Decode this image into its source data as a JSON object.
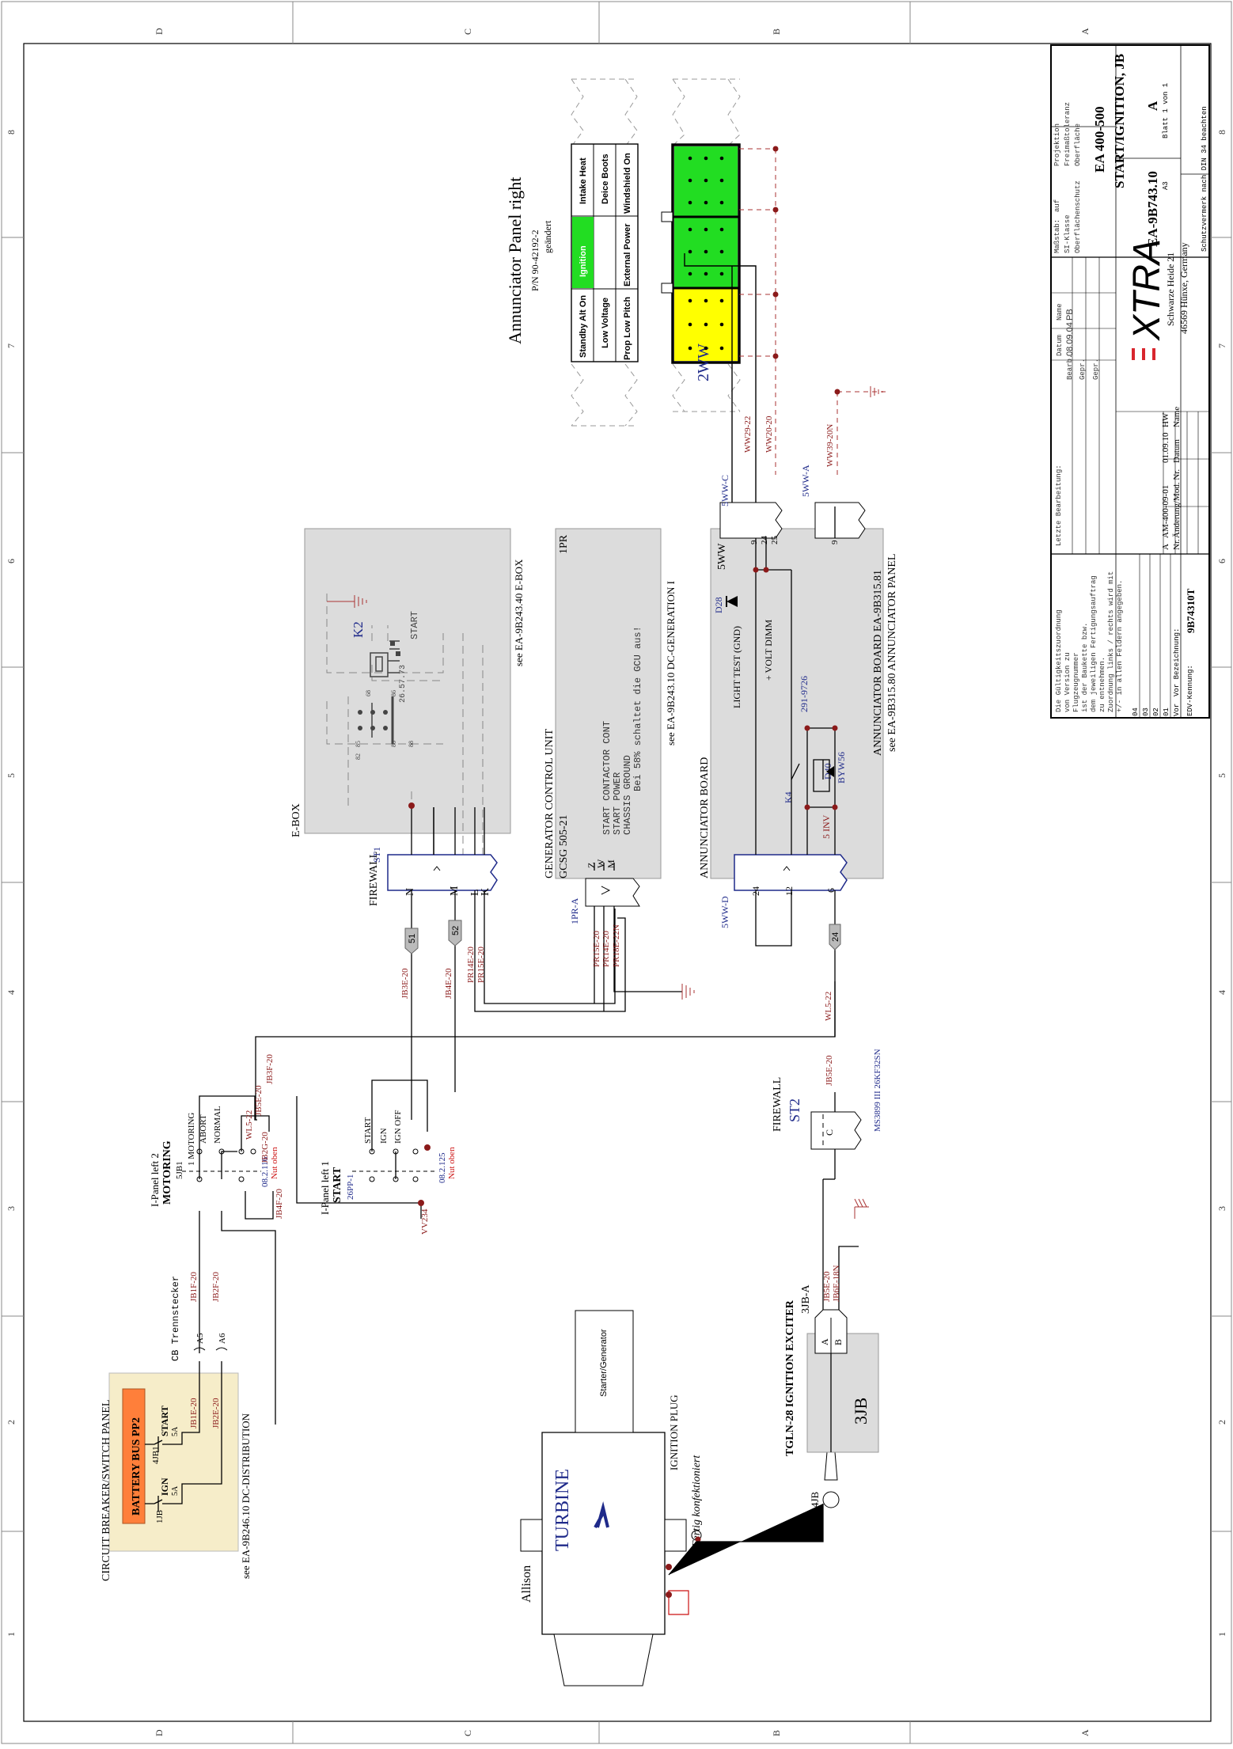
{
  "border": {
    "zone_letters": [
      "D",
      "C",
      "B",
      "A"
    ],
    "zone_numbers": [
      "1",
      "2",
      "3",
      "4",
      "5",
      "6",
      "7",
      "8"
    ]
  },
  "title_block": {
    "notice": [
      "Die Gültigkeitszuordnung",
      "von Version zu",
      "Flugzeugnummer",
      "ist der Baukette bzw.",
      "dem jeweiligen Fertigungsauftrag",
      "zu entnehmen.",
      "Zuordnung links / rechts wird mit",
      "+/- in allen Feldern angegeben."
    ],
    "last_edit_label": "Letzte Bearbeitung:",
    "rev_rows": [
      "04",
      "03",
      "02",
      "01",
      "Vor"
    ],
    "row_a": {
      "letter": "A",
      "change": "AM-400-09-01",
      "date": "01.09.10",
      "name": "HW"
    },
    "row_head": {
      "nr": "Nr.",
      "change": "Änderung/Mod. Nr.",
      "date": "Datum",
      "name": "Name"
    },
    "designation_label": "Vor Bezeichnung:",
    "drawing_code_label": "EDV-Kennung:",
    "drawing_code": "9B74310T",
    "head": {
      "date": "Datum",
      "name": "Name"
    },
    "bearb": {
      "label": "Bearb.",
      "date": "08.09.04",
      "name": "PB"
    },
    "gepr1": "Gepr.",
    "gepr2": "Gepr.",
    "scale": [
      "Maßstab:",
      "SI-Klasse",
      "Oberflächenschutz"
    ],
    "scale_val": [
      "auf",
      "",
      ""
    ],
    "proj": [
      "Projektion",
      "Freimaßtoleranz",
      "Oberfläche"
    ],
    "logo": "XTRA",
    "address1": "Schwarze Heide 21",
    "address2": "46569 Hünxe, Germany",
    "product": "EA 400-500",
    "title": "START/IGNITION, JB",
    "drawing_no": "EA-9B743.10",
    "rev": "A",
    "format": "A3",
    "sheet": "Blatt 1  von 1",
    "copyright": "Schutzvermerk nach DIN 34 beachten"
  },
  "annunciator": {
    "title": "Annunciator Panel right",
    "pn": "P/N 90-42192-2",
    "note": "geändert",
    "grid": [
      [
        "Standby Alt On",
        "Ignition",
        "Intake Heat"
      ],
      [
        "Low Voltage",
        "",
        "Deice Boots"
      ],
      [
        "Prop Low Pitch",
        "External Power",
        "Windshield On"
      ]
    ],
    "connector": "2WW",
    "wires": [
      "WW29-22",
      "WW20-20",
      "WW39-20N"
    ]
  },
  "ebox": {
    "label": "E-BOX",
    "ref": "see EA-9B243.40 E-BOX",
    "relay": "K2",
    "relay_start": "START",
    "relay_type": "26.57.73",
    "pins": [
      "68",
      "86",
      "85",
      "88",
      "88",
      "82",
      "87",
      "84"
    ]
  },
  "gcu": {
    "name": "GENERATOR CONTROL UNIT",
    "model": "GCSG 505-21",
    "id": "1PR",
    "ref": "see EA-9B243.10 DC-GENERATION I",
    "lines": [
      "START CONTACTOR CONT",
      "START POWER",
      "CHASSIS GROUND"
    ],
    "note": "Bei 58% schaltet die GCU aus!",
    "pins": [
      "Z",
      "W",
      "M"
    ],
    "connector": "1PR-A",
    "wires": [
      "PR15E-20",
      "PR14E-20",
      "PR18E-22N"
    ]
  },
  "ann_board": {
    "name": "ANNUNCIATOR BOARD",
    "ref1": "ANNUNCIATOR BOARD EA-9B315.81",
    "ref2": "see EA-9B315.80 ANNUNCIATOR PANEL",
    "id": "5WW",
    "diode1": "D28",
    "diode2": "D40",
    "diode2_type": "BYW56",
    "relay": "K4",
    "code": "291-9726",
    "light_test": "LIGHT TEST (GND)",
    "volt": "+ VOLT DIMM",
    "inv": "5 INV",
    "pins_bottom": [
      "24",
      "12",
      "6"
    ],
    "pins_top": [
      "9",
      "24",
      "25"
    ],
    "pin_a": "9",
    "conn_d": "5WW-D",
    "conn_c": "5WW-C",
    "conn_a": "5WW-A",
    "wire_d": "WL5-22",
    "splice": "24"
  },
  "firewall": {
    "label": "FIREWALL",
    "st1": "ST1",
    "pins": [
      "N",
      "M",
      "L",
      "K"
    ],
    "splices": [
      "51",
      "52"
    ],
    "wires": [
      "JB3E-20",
      "JB4E-20",
      "PR14E-20",
      "PR15E-20"
    ]
  },
  "switches": {
    "left2_title": "I-Panel left 2",
    "left2_name": "MOTORING",
    "left2_ref": "5JB1",
    "motoring_pos": "1 MOTORING",
    "abort": "ABORT",
    "normal": "NORMAL",
    "left2_note1": "08.2.116",
    "left2_note2": "Nut oben",
    "left1_title": "I-Panel left 1",
    "left1_name": "START",
    "left1_ref": "26PP-1",
    "start_pos": "START",
    "ign_pos": "IGN",
    "ign_off": "IGN OFF",
    "left1_note1": "08.2.125",
    "left1_note2": "Nut oben",
    "pin_nums": [
      "2",
      "3",
      "4",
      "5",
      "6",
      "1",
      "2",
      "3",
      "4",
      "5",
      "6"
    ],
    "vv": "VV234",
    "wires": [
      "JB1F-20",
      "JB2F-20",
      "JB2G-20",
      "WL5-22",
      "JB5E-20",
      "JB3F-20",
      "JB4F-20"
    ]
  },
  "breaker": {
    "title": "CIRCUIT BREAKER/SWITCH PANEL",
    "bus": "BATTERY BUS PP2",
    "ref": "see EA-9B246.10 DC-DISTRIBUTION",
    "ign": "IGN",
    "ign_amp": "5A",
    "ign_id": "1JB",
    "start": "START",
    "start_amp": "5A",
    "start_id": "4JB1",
    "wires": [
      "JB1E-20",
      "JB2E-20"
    ],
    "cb_label": "CB Trennstecker",
    "pins": [
      "A5",
      "A6"
    ]
  },
  "turbine": {
    "brand": "Allison",
    "label": "TURBINE",
    "starter": "Starter/Generator",
    "plug": "IGNITION PLUG",
    "cable": "Fertig konfektioniert",
    "conn": "4JB"
  },
  "exciter": {
    "name": "TGLN-28 IGNITION EXCITER",
    "id": "3JB",
    "conn": "3JB-A",
    "pins": [
      "A",
      "B"
    ],
    "wires": [
      "JB5E-20",
      "JB6E-18N"
    ]
  },
  "st2": {
    "label": "FIREWALL",
    "id": "ST2",
    "pins": [
      "C"
    ],
    "wire": "JB5E-20",
    "spec": "MS3899 III 26KF32SN"
  },
  "colors": {
    "wire_label": "#8b1a1a",
    "ref_blue": "#1f2a8a",
    "green": "#22dd22",
    "yellow": "#ffff00",
    "orange": "#ff7f3a",
    "cream": "#f6edc9"
  }
}
